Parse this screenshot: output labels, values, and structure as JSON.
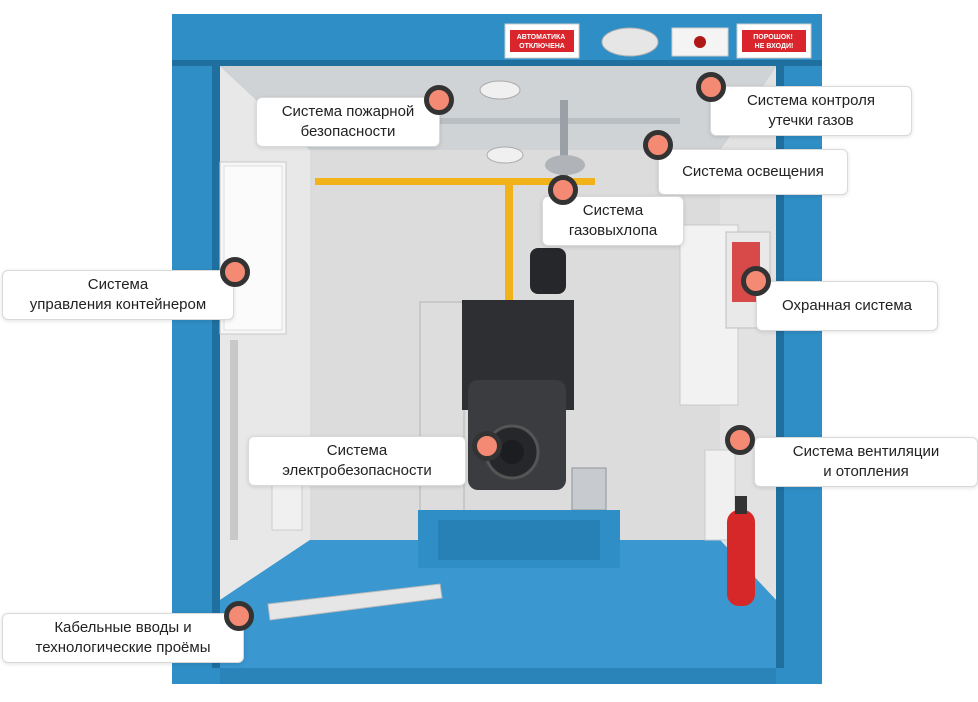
{
  "colors": {
    "frame": "#2f8ec6",
    "frame_dark": "#1f6f9f",
    "floor": "#3a97cf",
    "wall": "#e6e6e6",
    "gas_pipe": "#f2b31a",
    "marker_fill": "#f48a74",
    "marker_ring": "#333333",
    "sign_red": "#d9252b",
    "extinguisher": "#d62828"
  },
  "signs": {
    "automation_off": "АВТОМАТИКА\nОТКЛЮЧЕНА",
    "powder": "ПОРОШОК!\nНЕ ВХОДИ!"
  },
  "callouts": [
    {
      "id": "fire-safety",
      "text": "Система пожарной\nбезопасности"
    },
    {
      "id": "gas-leak-control",
      "text": "Система контроля\nутечки газов"
    },
    {
      "id": "lighting",
      "text": "Система освещения"
    },
    {
      "id": "gas-exhaust",
      "text": "Система\nгазовыхлопа"
    },
    {
      "id": "container-control",
      "text": "Система\nуправления контейнером"
    },
    {
      "id": "security",
      "text": "Охранная система"
    },
    {
      "id": "electrical-safety",
      "text": "Система\nэлектробезопасности"
    },
    {
      "id": "ventilation-heating",
      "text": "Система вентиляции\nи отопления"
    },
    {
      "id": "cable-entries",
      "text": "Кабельные вводы и\nтехнологические проёмы"
    }
  ]
}
